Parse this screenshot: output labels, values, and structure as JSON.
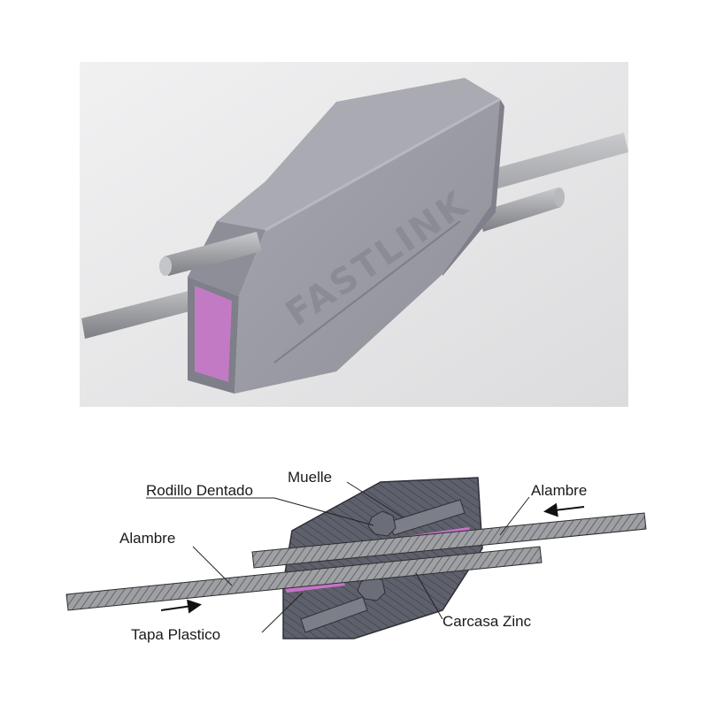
{
  "render_3d": {
    "brand_text": "FASTLINK"
  },
  "section_diagram": {
    "labels": {
      "muelle": "Muelle",
      "rodillo": "Rodillo Dentado",
      "alambre_left": "Alambre",
      "alambre_right": "Alambre",
      "tapa": "Tapa Plastico",
      "carcasa": "Carcasa Zinc"
    }
  },
  "colors": {
    "housing": "#9a9ba3",
    "housing_dark": "#6e6f78",
    "cross_section": "#5d5f6b",
    "plastic_cap": "#c06ac0",
    "wire": "#a9aaae",
    "background_3d": "#e9e9ea"
  }
}
